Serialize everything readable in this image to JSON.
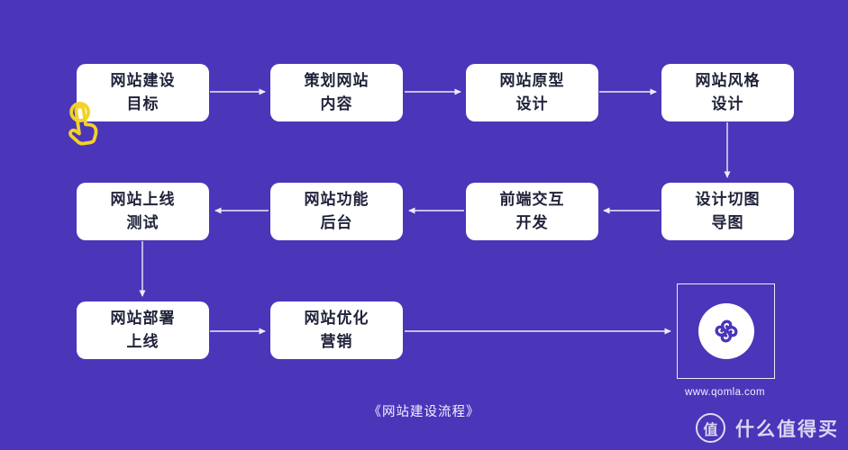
{
  "page": {
    "caption": "《网站建设流程》",
    "background_color": "#4B35B9",
    "accent_yellow": "#F2D226",
    "arrow_color": "#EDEBFA",
    "node_text_color": "#20233A"
  },
  "flowchart": {
    "nodes": [
      {
        "line1": "网站建设",
        "line2": "目标"
      },
      {
        "line1": "策划网站",
        "line2": "内容"
      },
      {
        "line1": "网站原型",
        "line2": "设计"
      },
      {
        "line1": "网站风格",
        "line2": "设计"
      },
      {
        "line1": "设计切图",
        "line2": "导图"
      },
      {
        "line1": "前端交互",
        "line2": "开发"
      },
      {
        "line1": "网站功能",
        "line2": "后台"
      },
      {
        "line1": "网站上线",
        "line2": "测试"
      },
      {
        "line1": "网站部署",
        "line2": "上线"
      },
      {
        "line1": "网站优化",
        "line2": "营销"
      }
    ]
  },
  "logo": {
    "icon": "clover-logo-icon",
    "logo_color": "#4B35B9",
    "website_url": "www.qomla.com"
  },
  "cursor": {
    "icon": "tap-hand-icon",
    "color": "#F2D226"
  },
  "watermark": {
    "badge_char": "值",
    "site_name": "什么值得买"
  }
}
